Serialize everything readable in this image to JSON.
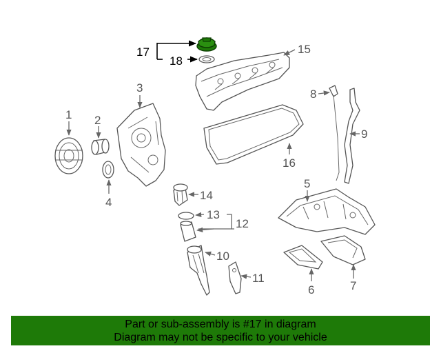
{
  "callouts": {
    "c1": "1",
    "c2": "2",
    "c3": "3",
    "c4": "4",
    "c5": "5",
    "c6": "6",
    "c7": "7",
    "c8": "8",
    "c9": "9",
    "c10": "10",
    "c11": "11",
    "c12": "12",
    "c13": "13",
    "c14": "14",
    "c15": "15",
    "c16": "16",
    "c17": "17",
    "c18": "18"
  },
  "highlight_color": "#1e7a08",
  "banner": {
    "line1": "Part or sub-assembly is #17 in diagram",
    "line2": "Diagram may not be specific to your vehicle"
  }
}
